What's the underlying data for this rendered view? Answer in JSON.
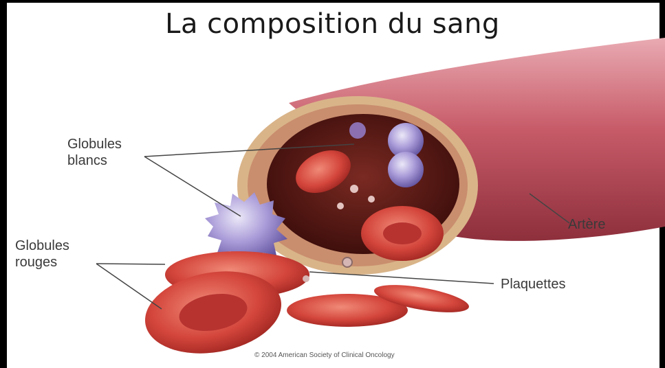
{
  "title": "La composition du sang",
  "labels": {
    "white_cells": [
      "Globules",
      "blancs"
    ],
    "red_cells": [
      "Globules",
      "rouges"
    ],
    "artery": "Artère",
    "platelets": "Plaquettes"
  },
  "copyright": "© 2004 American Society of Clinical Oncology",
  "colors": {
    "artery_wall": "#b84a5a",
    "red_cell": "#d8453f",
    "white_cell": "#9d8fd0",
    "lumen": "#5a1a1a"
  }
}
